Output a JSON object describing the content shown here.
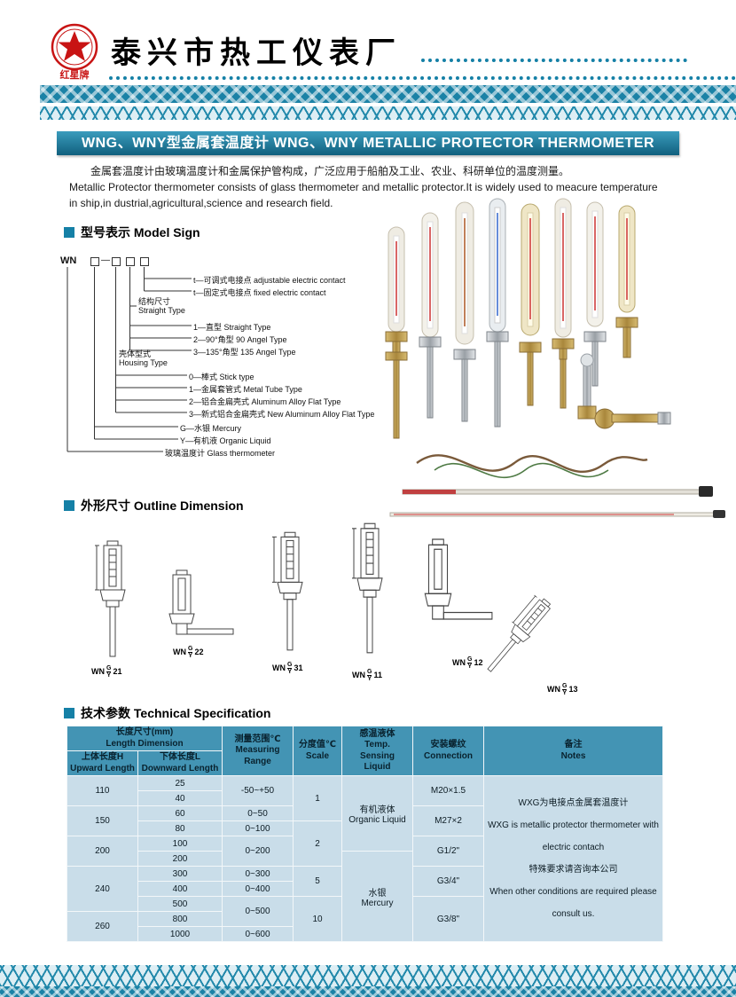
{
  "brand": {
    "logo_text": "红星牌",
    "company": "泰兴市热工仪表厂"
  },
  "title_bar": "WNG、WNY型金属套温度计 WNG、WNY METALLIC PROTECTOR THERMOMETER",
  "intro": {
    "cn": "金属套温度计由玻璃温度计和金属保护管构成，广泛应用于船舶及工业、农业、科研单位的温度测量。",
    "en": "Metallic Protector thermometer consists of glass thermometer and metallic protector.It is widely used to meacure temperature in ship,in dustrial,agricultural,science and research field."
  },
  "sections": {
    "model_sign": "型号表示 Model Sign",
    "outline": "外形尺寸 Outline Dimension",
    "spec": "技术参数 Technical Specification"
  },
  "model_diagram": {
    "code": "WN",
    "dash": "—",
    "groups": {
      "structure": "结构尺寸\nStraight Type",
      "housing": "壳体型式\nHousing Type"
    },
    "labels": [
      "t—可调式电接点 adjustable electric contact",
      "t—固定式电接点 fixed electric contact",
      "1—直型 Straight Type",
      "2—90°角型 90 Angel Type",
      "3—135°角型 135 Angel Type",
      "0—棒式 Stick type",
      "1—金属套管式 Metal Tube Type",
      "2—铝合金扁壳式 Aluminum Alloy Flat Type",
      "3—新式铝合金扁壳式 New Aluminum Alloy Flat Type",
      "G—水银 Mercury",
      "Y—有机液 Organic Liquid",
      "玻璃温度计 Glass thermometer"
    ]
  },
  "outline_labels": [
    {
      "p": "WN",
      "g": "G",
      "y": "Y",
      "n": "21"
    },
    {
      "p": "WN",
      "g": "G",
      "y": "Y",
      "n": "22"
    },
    {
      "p": "WN",
      "g": "G",
      "y": "Y",
      "n": "31"
    },
    {
      "p": "WN",
      "g": "G",
      "y": "Y",
      "n": "11"
    },
    {
      "p": "WN",
      "g": "G",
      "y": "Y",
      "n": "12"
    },
    {
      "p": "WN",
      "g": "G",
      "y": "Y",
      "n": "13"
    }
  ],
  "table": {
    "headers": {
      "length_group": "长度尺寸(mm)\nLength Dimension",
      "upward": "上体长度H\nUpward Length",
      "downward": "下体长度L\nDownward Length",
      "range": "测量范围℃\nMeasuring\nRange",
      "scale": "分度值℃\nScale",
      "liquid": "感温液体\nTemp.\nSensing\nLiquid",
      "connection": "安装螺纹\nConnection",
      "notes": "备注\nNotes"
    },
    "body": [
      [
        {
          "t": "110",
          "rs": 2
        },
        {
          "t": "25"
        },
        {
          "t": "-50~+50",
          "rs": 2
        },
        {
          "t": "1",
          "rs": 3
        },
        {
          "t": "有机液体\nOrganic Liquid",
          "rs": 5
        },
        {
          "t": "M20×1.5",
          "rs": 2
        },
        {
          "notes": true,
          "rs": 11
        }
      ],
      [
        {
          "t": "40"
        }
      ],
      [
        {
          "t": "150",
          "rs": 2
        },
        {
          "t": "60"
        },
        {
          "t": "0~50"
        },
        {
          "t": "M27×2",
          "rs": 2
        }
      ],
      [
        {
          "t": "80"
        },
        {
          "t": "0~100"
        },
        {
          "t": "2",
          "rs": 3
        }
      ],
      [
        {
          "t": "200",
          "rs": 2
        },
        {
          "t": "100"
        },
        {
          "t": "0~200",
          "rs": 2
        },
        {
          "t": "G1/2\"",
          "rs": 2
        }
      ],
      [
        {
          "t": "200"
        },
        {
          "t": "水银\nMercury",
          "rs": 6
        }
      ],
      [
        {
          "t": "240",
          "rs": 3
        },
        {
          "t": "300"
        },
        {
          "t": "0~300"
        },
        {
          "t": "5",
          "rs": 2
        },
        {
          "t": "G3/4\"",
          "rs": 2
        }
      ],
      [
        {
          "t": "400"
        },
        {
          "t": "0~400"
        }
      ],
      [
        {
          "t": "500"
        },
        {
          "t": "0~500",
          "rs": 2
        },
        {
          "t": "10",
          "rs": 3
        },
        {
          "t": "G3/8\"",
          "rs": 3
        }
      ],
      [
        {
          "t": "260",
          "rs": 2
        },
        {
          "t": "800"
        }
      ],
      [
        {
          "t": "1000"
        },
        {
          "t": "0~600"
        }
      ]
    ],
    "notes_lines": [
      "WXG为电接点金属套温度计",
      "WXG is metallic protector thermometer with",
      "electric contach",
      "特殊要求请咨询本公司",
      "When other conditions are required please",
      "consult us."
    ]
  }
}
